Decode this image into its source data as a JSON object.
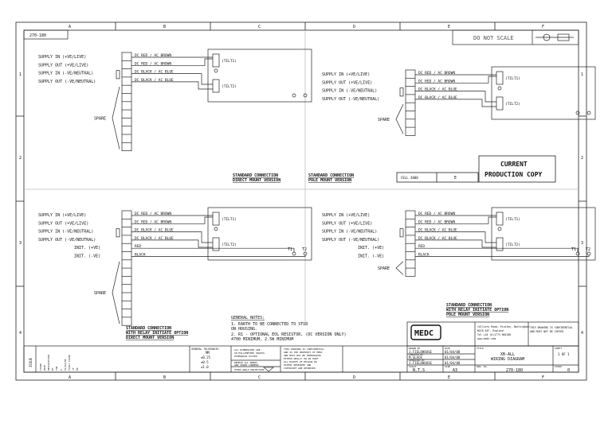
{
  "drawing": {
    "drawing_no": "270-180",
    "do_not_scale": "DO NOT SCALE",
    "current_production": [
      "CURRENT",
      "PRODUCTION COPY"
    ],
    "cell_label": "CELL 4000",
    "cell_value": "E",
    "border_cols": [
      "A",
      "B",
      "C",
      "D",
      "E",
      "F"
    ],
    "border_rows": [
      "1",
      "2",
      "3",
      "4"
    ]
  },
  "supply_labels": [
    "SUPPLY IN (+VE/LIVE)",
    "SUPPLY OUT (+VE/LIVE)",
    "SUPPLY IN (-VE/NEUTRAL)",
    "SUPPLY OUT (-VE/NEUTRAL)"
  ],
  "init_labels": [
    "INIT. (+VE)",
    "INIT. (-VE)"
  ],
  "wire_labels": [
    "DC RED / AC BROWN",
    "DC RED / AC BROWN",
    "DC BLACK / AC BLUE",
    "DC BLACK / AC BLUE"
  ],
  "wire_labels_init": [
    "RED",
    "BLACK"
  ],
  "spare_label": "SPARE",
  "tilt_top": "(TILT1)",
  "tilt_bottom": "(TILT2)",
  "tilt_bottom_init": "(TILT2)",
  "t_labels": [
    "T1",
    "T2"
  ],
  "section_titles": {
    "q1": [
      "STANDARD CONNECTION",
      "DIRECT MOUNT VERSION"
    ],
    "q2": [
      "STANDARD CONNECTION",
      "POLE MOUNT VERSION"
    ],
    "q3": [
      "STANDARD CONNECTION",
      "WITH RELAY INITIATE OPTION",
      "DIRECT MOUNT VERSION"
    ],
    "q4": [
      "STANDARD CONNECTION",
      "WITH RELAY INITIATE OPTION",
      "POLE MOUNT VERSION"
    ]
  },
  "notes": {
    "title": "GENERAL NOTES:",
    "lines": [
      "1. EARTH TO BE CONNECTED TO STUD",
      "   ON HOUSING.",
      "2. R1 - OPTIONAL EOL RESISTOR, (DC VERSION ONLY)",
      "   4700 MINIMUM, 2.5W MINIMUM"
    ]
  },
  "company": {
    "logo": "MEDC",
    "address": [
      "Colliery Road, Pinxton, Nottingham",
      "NG16 6JF, England",
      "Tel +44 (0)1773 864100",
      "www.medc.com"
    ],
    "right_note": [
      "THIS DRAWING IS CONFIDENTIAL",
      "AND MUST NOT BE COPIED"
    ]
  },
  "title_block": {
    "drawn_by_label": "DRAWN BY",
    "drawn_by": "J.FIELDHOUSE",
    "date_label": "DATE",
    "drawn_date": "01/04/08",
    "checked_label": "CHECKED BY",
    "checked_by": "M.SLACK",
    "checked_date": "01/04/08",
    "approved_label": "APPROVED BY",
    "approved_by": "J.FIELDHOUSE",
    "approved_date": "01/04/08",
    "title_label": "TITLE",
    "title": [
      "XB-ALL",
      "WIRING DIAGRAM"
    ],
    "scale_label": "SCALE",
    "scale": "N.T.S",
    "size_label": "SIZE",
    "size": "A3",
    "dwg_no_label": "DWG. No.",
    "dwg_no": "270-180",
    "issue_label": "ISSUE",
    "issue": "0",
    "sheet_label": "SHEET",
    "sheet": "1 OF 1"
  },
  "tolerances": {
    "title": "GENERAL TOLERANCES",
    "unit": "MM",
    "lines": [
      "±0.25",
      "±0.5",
      "±1.0"
    ],
    "dim_note": [
      "ALL DIMENSIONS ARE",
      "IN MILLIMETRES UNLESS",
      "OTHERWISE STATED"
    ],
    "remove_note": [
      "REMOVE ALL BURRS",
      "AND SHARP CORNERS"
    ],
    "projection": "THIRD ANGLE PROJECTION",
    "confidential": [
      "THIS DRAWING IS CONFIDENTIAL",
      "AND IS THE PROPERTY OF MEDC",
      "AND MUST NOT BE REPRODUCED",
      "EITHER WHOLLY OR IN PART",
      "ALL RIGHTS OF DESIGN OR",
      "PATENT RESERVED AND",
      "COPYRIGHT ARE RESERVED"
    ]
  },
  "revision": {
    "header": "ISSUE",
    "cols": [
      "ISSUE",
      "DATE",
      "DESCRIPTION",
      "BY",
      "CHK"
    ],
    "row": [
      "0",
      "01/04/08",
      "FIRST ISSUE",
      "JF",
      "MS"
    ]
  }
}
